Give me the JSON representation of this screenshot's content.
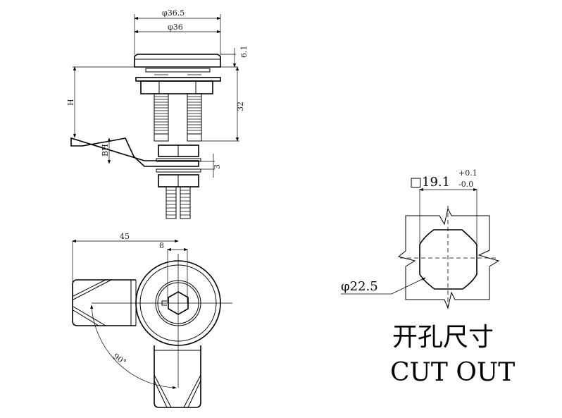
{
  "side_view": {
    "dia_outer": "φ36.5",
    "dia_inner": "φ36",
    "cap_height": "6.1",
    "body_length": "32",
    "height_label": "H",
    "cam_offset_label": "BH",
    "cam_thickness": "3"
  },
  "front_view": {
    "arm_length": "45",
    "hex_size": "8",
    "rotation_angle": "90°"
  },
  "cutout": {
    "square_size": "□19.1",
    "tol_plus": "+0.1",
    "tol_minus": "-0.0",
    "diameter": "φ22.5",
    "title_cn": "开孔尺寸",
    "title_en": "CUT OUT"
  }
}
